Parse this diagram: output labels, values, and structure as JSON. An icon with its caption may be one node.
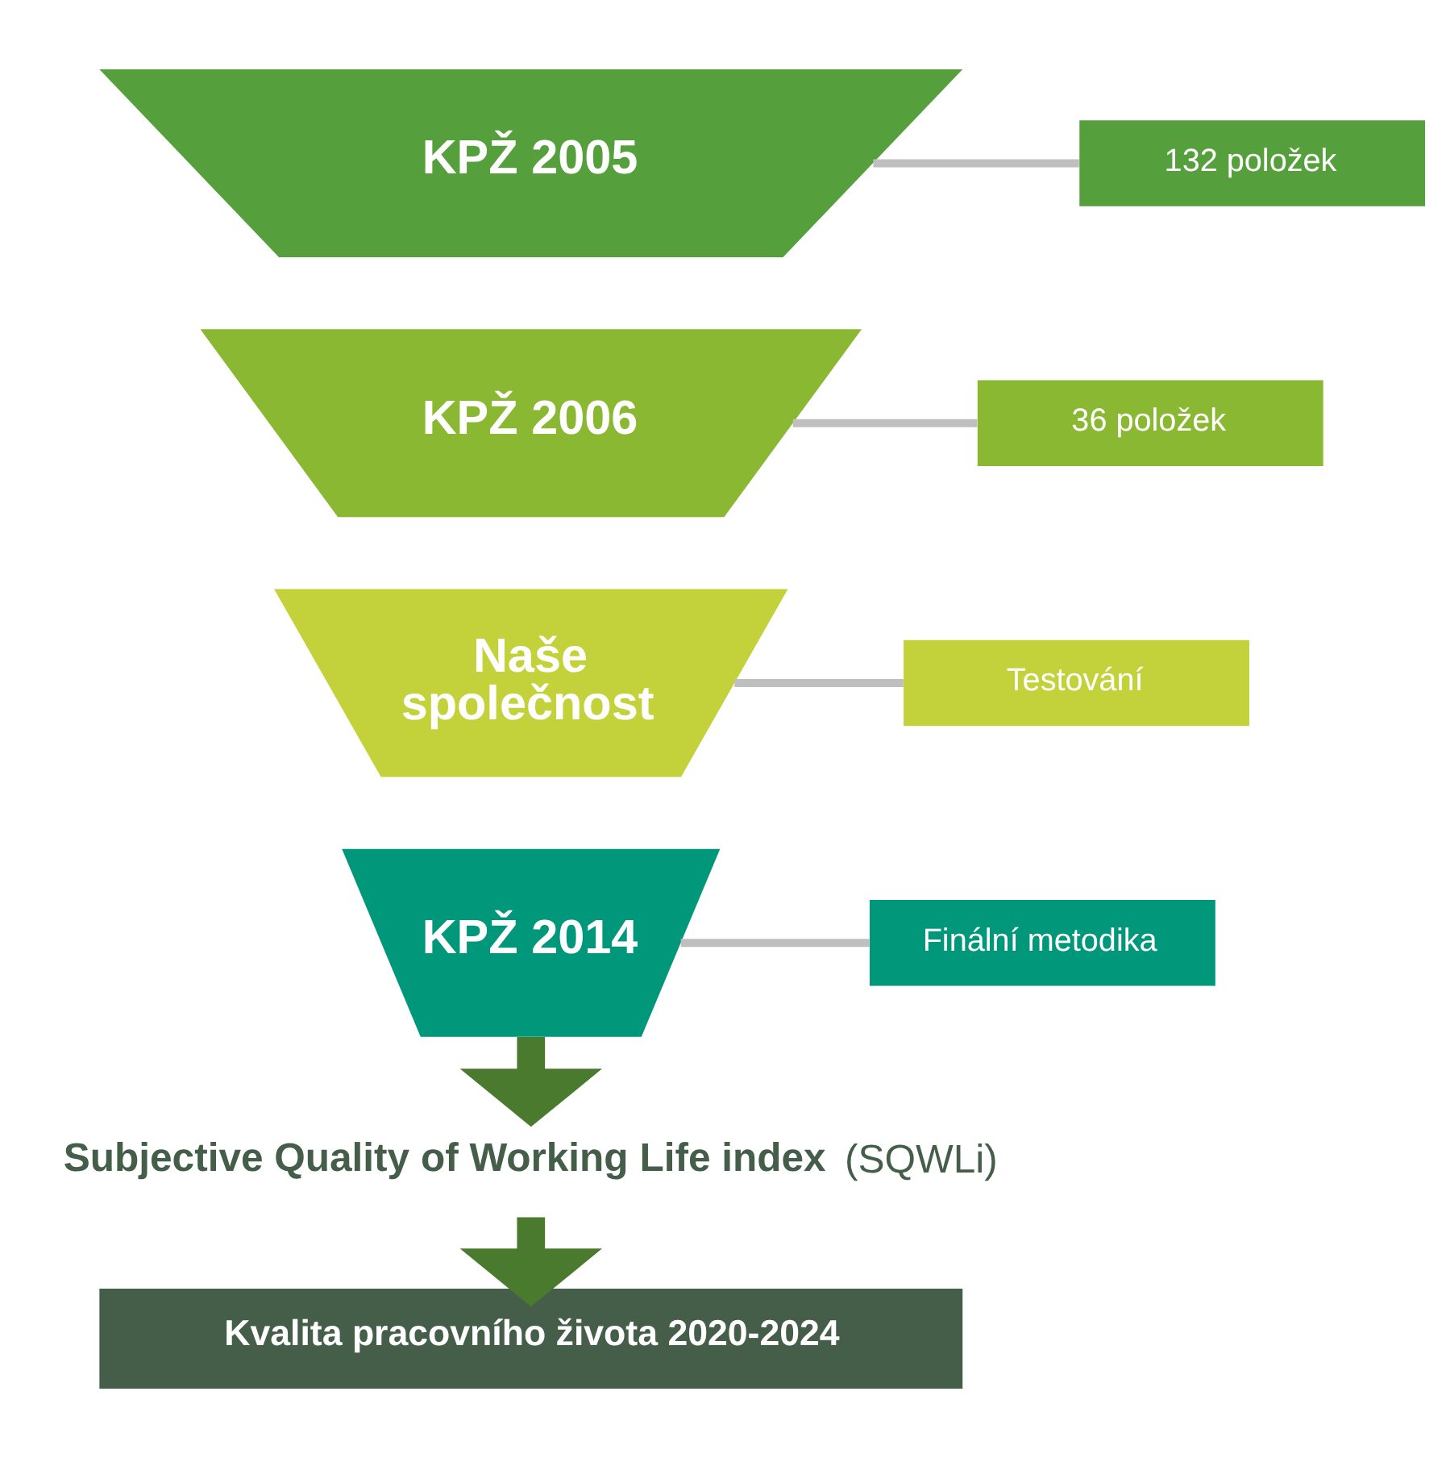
{
  "diagram": {
    "nodes": [
      {
        "text": [
          "KPŽ 2005"
        ]
      },
      {
        "text": [
          "KPŽ 2006"
        ]
      },
      {
        "text": [
          "Naše společnost"
        ]
      },
      {
        "text": [
          "KPŽ 2014"
        ]
      },
      {
        "text": [
          "132 položek"
        ]
      },
      {
        "text": [
          "36 položek"
        ]
      },
      {
        "text": [
          "Testování"
        ]
      },
      {
        "text": [
          "Finální metodika"
        ]
      },
      {
        "text": [
          "**Subjective Quality of Working Life index** (SQWLi)"
        ]
      },
      {
        "text": [
          "Kvalita pracovního života 2020-2024"
        ]
      }
    ],
    "edges": [
      {
        "from": 0,
        "to": 4,
        "arrow": "none"
      },
      {
        "from": 1,
        "to": 5,
        "arrow": "none"
      },
      {
        "from": 2,
        "to": 6,
        "arrow": "none"
      },
      {
        "from": 3,
        "to": 7,
        "arrow": "none"
      },
      {
        "from": 3,
        "to": 8,
        "arrow": "to",
        "style": "thick",
        "color": "#4a7a2e"
      },
      {
        "from": 8,
        "to": 9,
        "arrow": "to",
        "style": "thick",
        "color": "#4a7a2e"
      }
    ]
  }
}
